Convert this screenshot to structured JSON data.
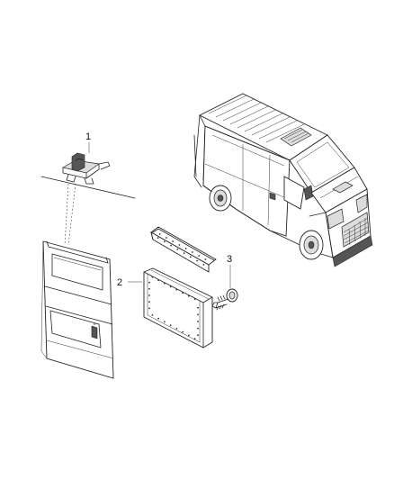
{
  "callouts": [
    {
      "id": "1",
      "label": "1"
    },
    {
      "id": "2",
      "label": "2"
    },
    {
      "id": "3",
      "label": "3"
    }
  ],
  "colors": {
    "line": "#222222",
    "background": "#ffffff",
    "shade": "#dcdcdc"
  }
}
